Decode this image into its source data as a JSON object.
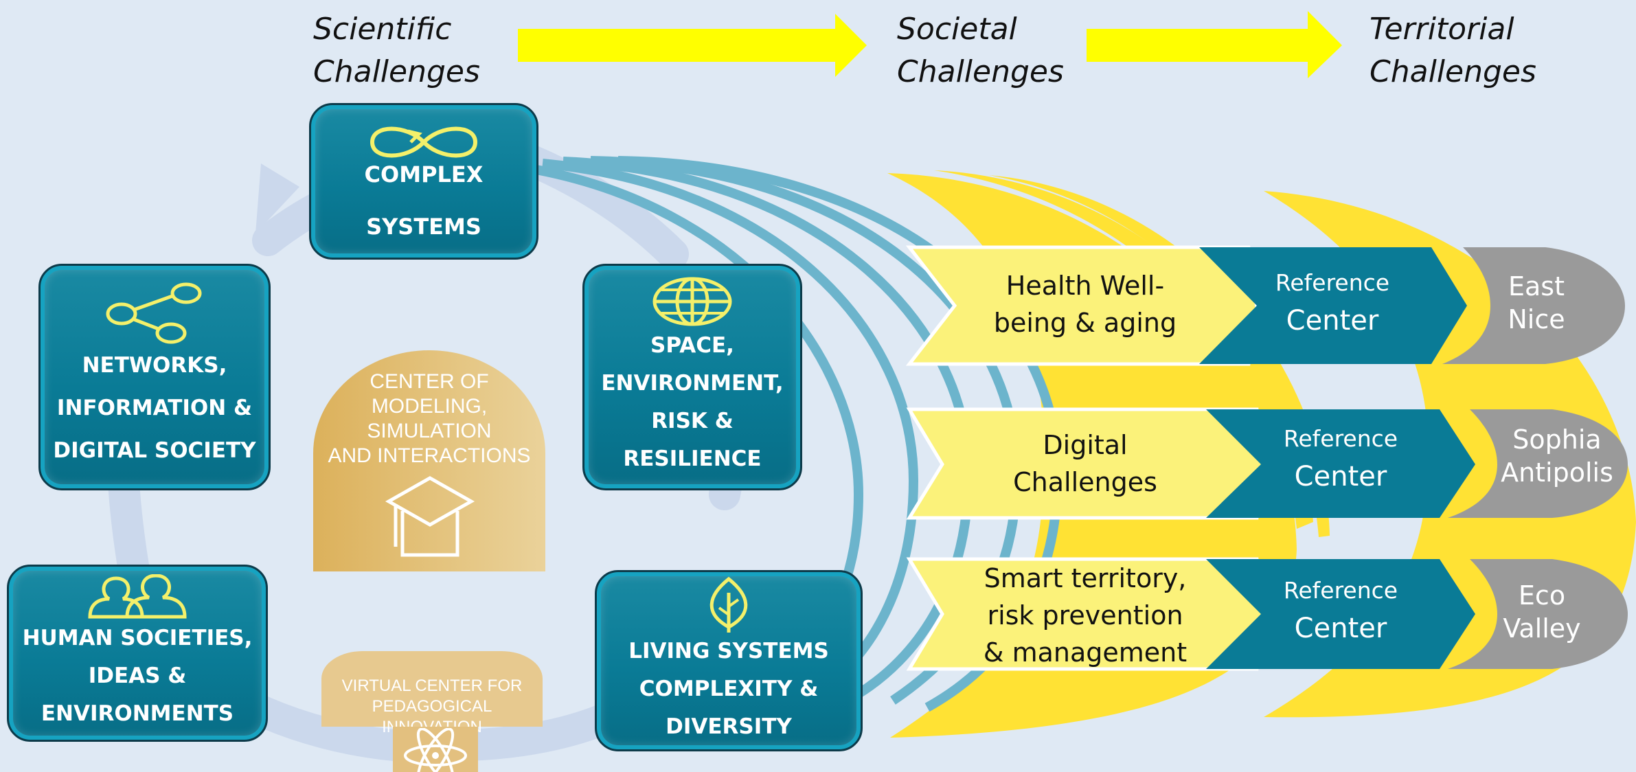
{
  "headers": {
    "scientific": "Scientific\nChallenges",
    "societal": "Societal\nChallenges",
    "territorial": "Territorial\nChallenges"
  },
  "science_boxes": [
    {
      "label": "COMPLEX\n\nSYSTEMS",
      "icon": "infinity-icon"
    },
    {
      "label": "SPACE,\nENVIRONMENT,\nRISK &\nRESILIENCE",
      "icon": "globe-icon"
    },
    {
      "label": "LIVING SYSTEMS\nCOMPLEXITY &\nDIVERSITY",
      "icon": "leaf-icon"
    },
    {
      "label": "HUMAN SOCIETIES,\nIDEAS &\nENVIRONMENTS",
      "icon": "people-icon"
    },
    {
      "label": "NETWORKS,\nINFORMATION &\nDIGITAL SOCIETY",
      "icon": "network-icon"
    }
  ],
  "center": {
    "label": "CENTER OF\nMODELING,\nSIMULATION\nAND INTERACTIONS",
    "icon": "graduation-cap-icon"
  },
  "virtual_center": {
    "label": "VIRTUAL CENTER FOR\nPEDAGOGICAL\nINNOVATION",
    "icon": "atom-icon"
  },
  "rows": [
    {
      "societal": "Health Well-\nbeing & aging",
      "ref_top": "Reference",
      "ref_bottom": "Center",
      "territory": "East\nNice"
    },
    {
      "societal": "Digital\nChallenges",
      "ref_top": "Reference",
      "ref_bottom": "Center",
      "territory": "Sophia\nAntipolis"
    },
    {
      "societal": "Smart territory,\nrisk prevention\n& management",
      "ref_top": "Reference",
      "ref_bottom": "Center",
      "territory": "Eco\nValley"
    }
  ],
  "colors": {
    "background": "#dfe9f4",
    "teal": "#0a7b96",
    "yellow": "#ffff00",
    "gold": "#ffe234",
    "gray": "#9a9a9a",
    "icon_yellow": "#f4f06a"
  }
}
